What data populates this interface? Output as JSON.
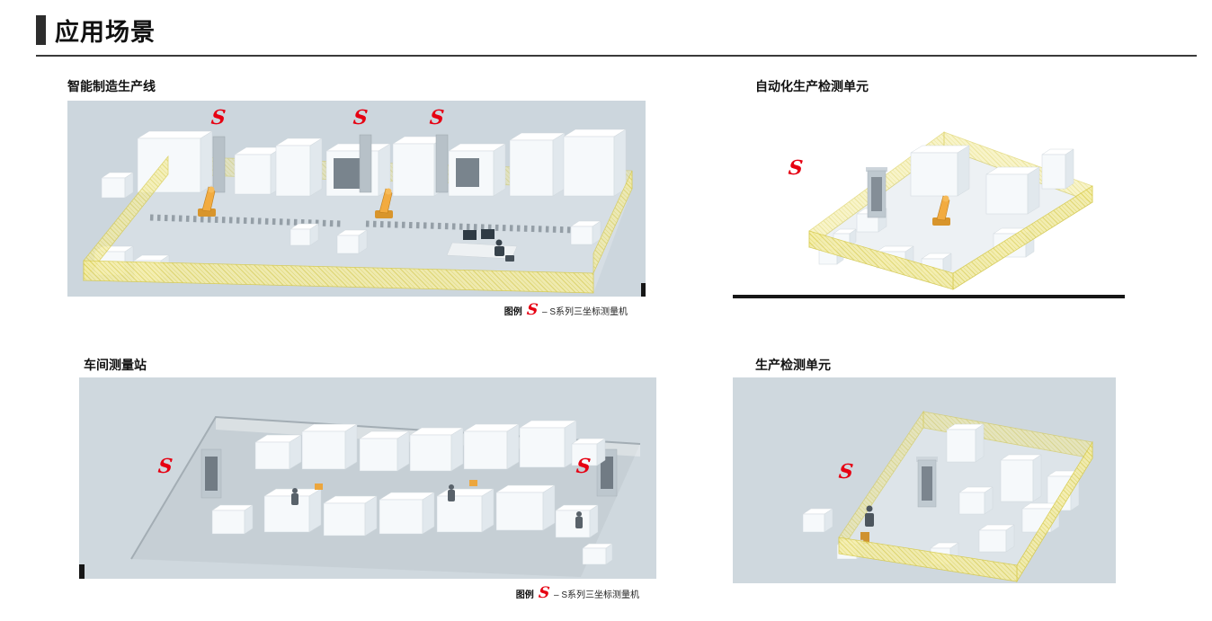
{
  "page": {
    "title": "应用场景"
  },
  "scenes": [
    {
      "label": "智能制造生产线",
      "markers": [
        "S",
        "S",
        "S"
      ]
    },
    {
      "label": "自动化生产检测单元",
      "markers": [
        "S"
      ]
    },
    {
      "label": "车间测量站",
      "markers": [
        "S",
        "S"
      ]
    },
    {
      "label": "生产检测单元",
      "markers": [
        "S"
      ]
    }
  ],
  "legend": {
    "prefix": "图例",
    "symbol": "S",
    "text": "– S系列三坐标测量机"
  },
  "colors": {
    "marker_red": "#e60012",
    "fence_yellow": "#f4eda6",
    "robot_orange": "#f2ab40",
    "scene_background": "#ccd6dd",
    "accent_dark": "#2d2d2d"
  }
}
